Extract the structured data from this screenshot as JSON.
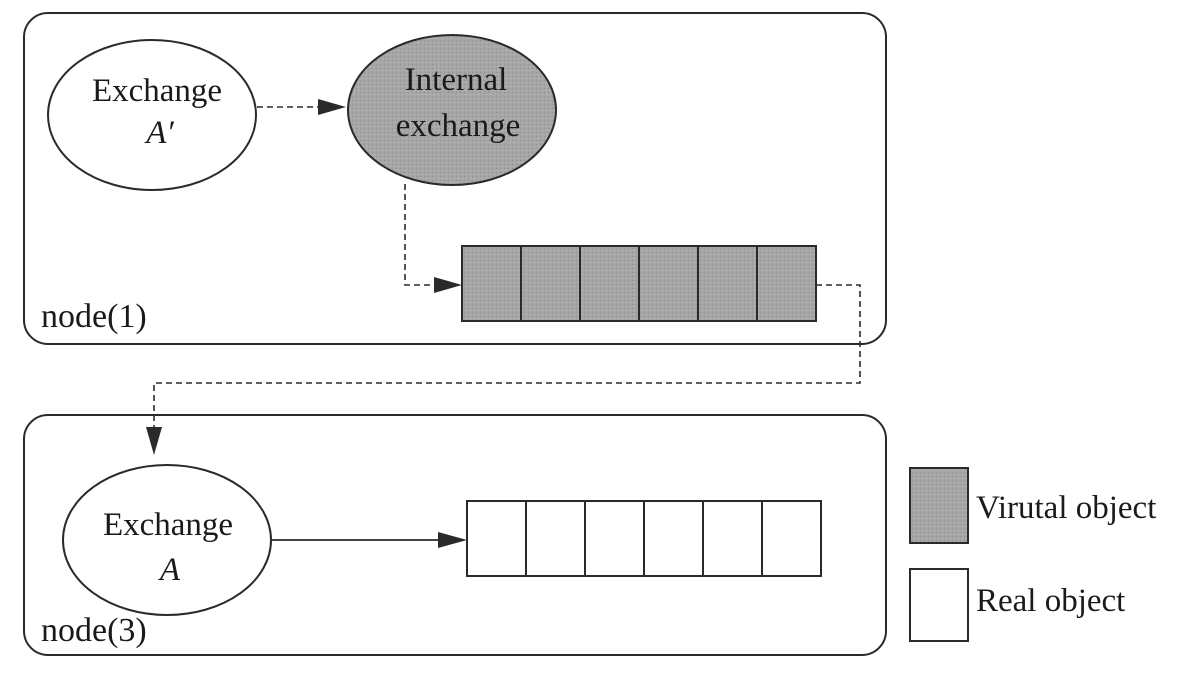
{
  "nodes": [
    {
      "label": "node(1)"
    },
    {
      "label": "node(3)"
    }
  ],
  "ellipses": {
    "exchange_a_prime": {
      "line1": "Exchange",
      "line2": "A′"
    },
    "internal_exchange": {
      "line1": "Internal",
      "line2": "exchange"
    },
    "exchange_a": {
      "line1": "Exchange",
      "line2": "A"
    }
  },
  "queues": {
    "virtual_queue_cells": 6,
    "real_queue_cells": 6
  },
  "legend": {
    "virtual": "Virutal object",
    "real": "Real object"
  },
  "colors": {
    "virtual_fill": "#a9a9a9",
    "real_fill": "#ffffff",
    "stroke": "#2a2a2a"
  }
}
